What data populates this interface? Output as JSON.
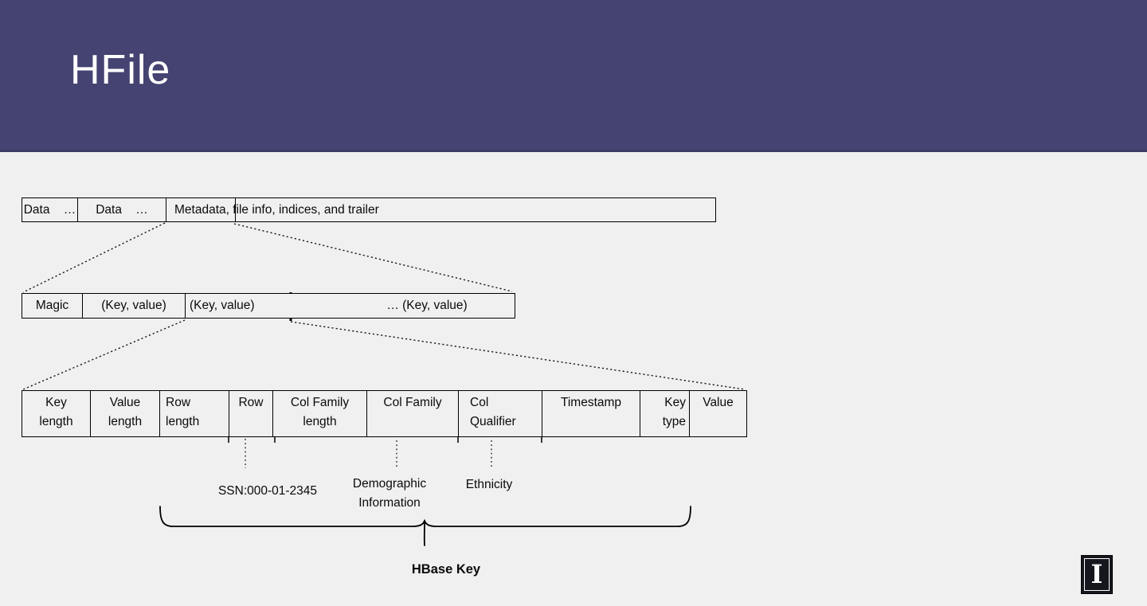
{
  "slide": {
    "title": "HFile"
  },
  "diagram": {
    "file_row": {
      "cells": [
        "Data …",
        "Data …"
      ],
      "metadata_label": "Metadata, file info, indices, and trailer"
    },
    "block_row": {
      "cells": [
        "Magic",
        "(Key, value)",
        "(Key, value)",
        "… (Key, value)"
      ]
    },
    "kv_row": {
      "cells": [
        {
          "line1": "Key",
          "line2": "length"
        },
        {
          "line1": "Value",
          "line2": "length"
        },
        {
          "line1": "Row",
          "line2": "length"
        },
        {
          "line1": "Row"
        },
        {
          "line1": "Col Family",
          "line2": "length"
        },
        {
          "line1": "Col Family"
        },
        {
          "line1": "Col",
          "line2": "Qualifier"
        },
        {
          "line1": "Timestamp"
        },
        {
          "line1": "Key",
          "line2": "type"
        },
        {
          "line1": "Value"
        }
      ]
    },
    "annotations": {
      "row_example": "SSN:000-01-2345",
      "col_family_example_line1": "Demographic",
      "col_family_example_line2": "Information",
      "col_qualifier_example": "Ethnicity"
    },
    "brace_label": "HBase Key"
  },
  "logo": {
    "letter": "I"
  },
  "colors": {
    "header_bg": "#444371",
    "header_edge": "#3c3b64",
    "slide_bg": "#f0f0f1",
    "line": "#000000",
    "title_text": "#ffffff",
    "logo_bg": "#16161f"
  }
}
